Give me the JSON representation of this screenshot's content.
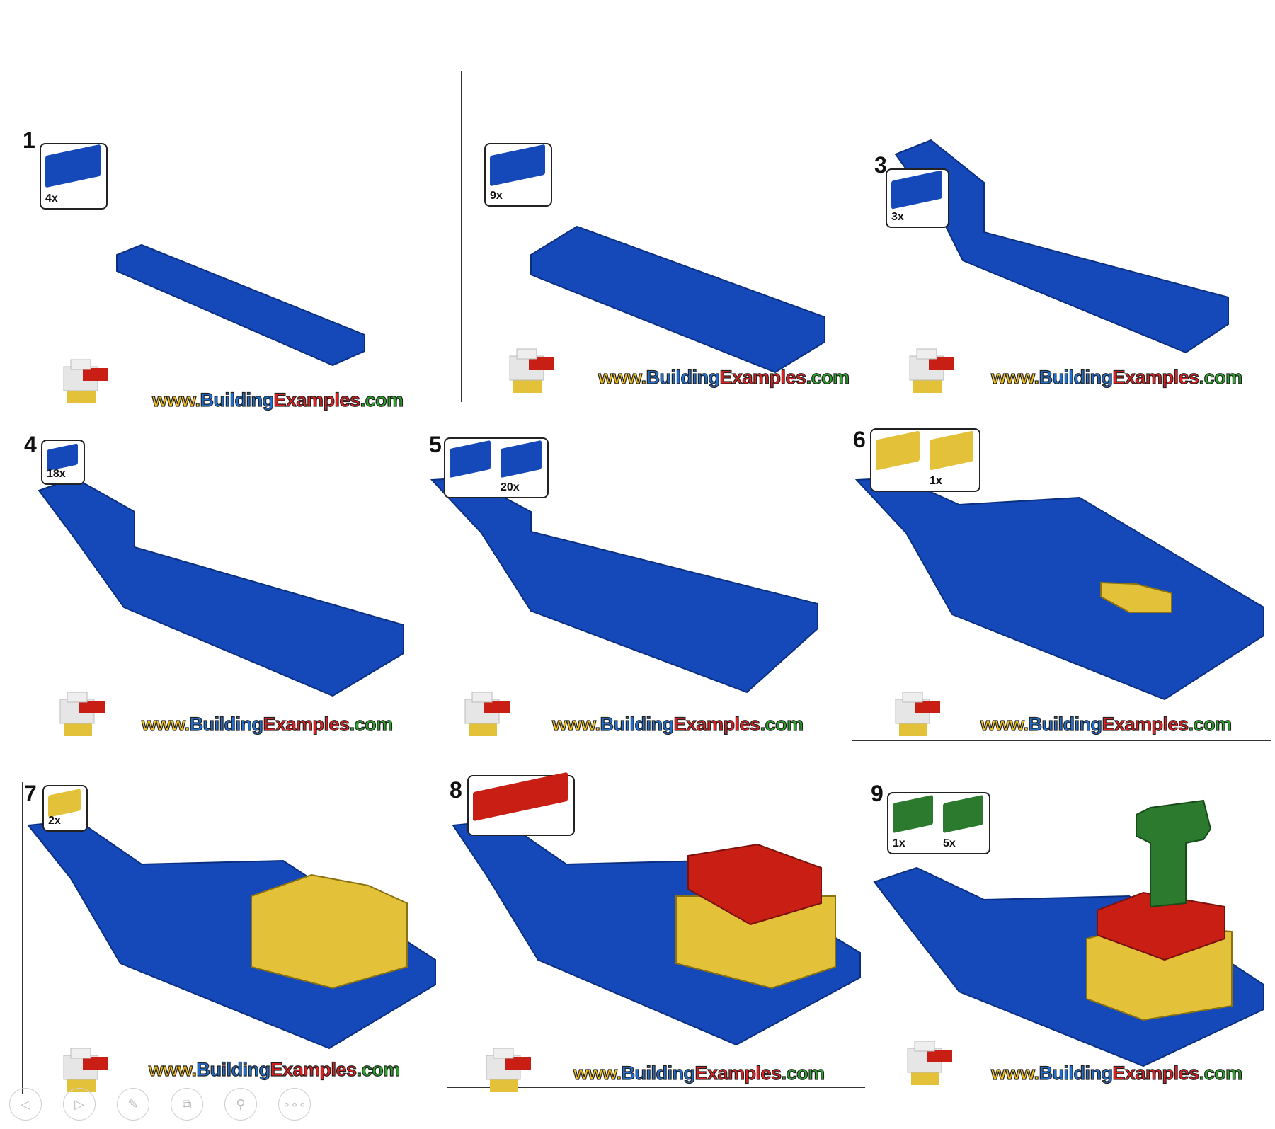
{
  "watermark": {
    "www": "www.",
    "building": "Building",
    "examples": "Examples",
    "com": ".com"
  },
  "steps": [
    {
      "number": "1",
      "parts": [
        "4x"
      ]
    },
    {
      "number": "",
      "parts": [
        "9x"
      ]
    },
    {
      "number": "3",
      "parts": [
        "3x"
      ]
    },
    {
      "number": "4",
      "parts": [
        "18x"
      ]
    },
    {
      "number": "5",
      "parts": [
        "",
        "20x"
      ]
    },
    {
      "number": "6",
      "parts": [
        "",
        "1x"
      ]
    },
    {
      "number": "7",
      "parts": [
        "2x"
      ]
    },
    {
      "number": "8",
      "parts": [
        ""
      ]
    },
    {
      "number": "9",
      "parts": [
        "1x",
        "5x"
      ]
    }
  ],
  "toolbar": [
    "previous-icon",
    "next-icon",
    "pen-icon",
    "slides-icon",
    "zoom-icon",
    "more-icon"
  ],
  "colors": {
    "blue": "#1548b8",
    "yellow": "#e3c23a",
    "red": "#c81e14",
    "green": "#2b7a2e"
  }
}
